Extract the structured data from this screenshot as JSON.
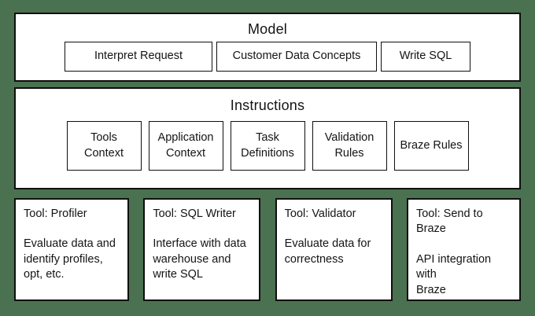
{
  "colors": {
    "background": "#4a7150",
    "panel": "#ffffff",
    "border": "#0f0f0f",
    "text": "#141414"
  },
  "model": {
    "title": "Model",
    "items": [
      "Interpret Request",
      "Customer Data Concepts",
      "Write SQL"
    ]
  },
  "instructions": {
    "title": "Instructions",
    "items": [
      "Tools\nContext",
      "Application\nContext",
      "Task\nDefinitions",
      "Validation\nRules",
      "Braze Rules"
    ]
  },
  "tools": [
    {
      "title": "Tool: Profiler",
      "description": "Evaluate data and\nidentify profiles,\nopt, etc."
    },
    {
      "title": "Tool: SQL Writer",
      "description": "Interface with data\nwarehouse and\nwrite SQL"
    },
    {
      "title": "Tool: Validator",
      "description": "Evaluate data for\ncorrectness"
    },
    {
      "title": "Tool: Send to Braze",
      "description": "API integration with\nBraze"
    }
  ]
}
